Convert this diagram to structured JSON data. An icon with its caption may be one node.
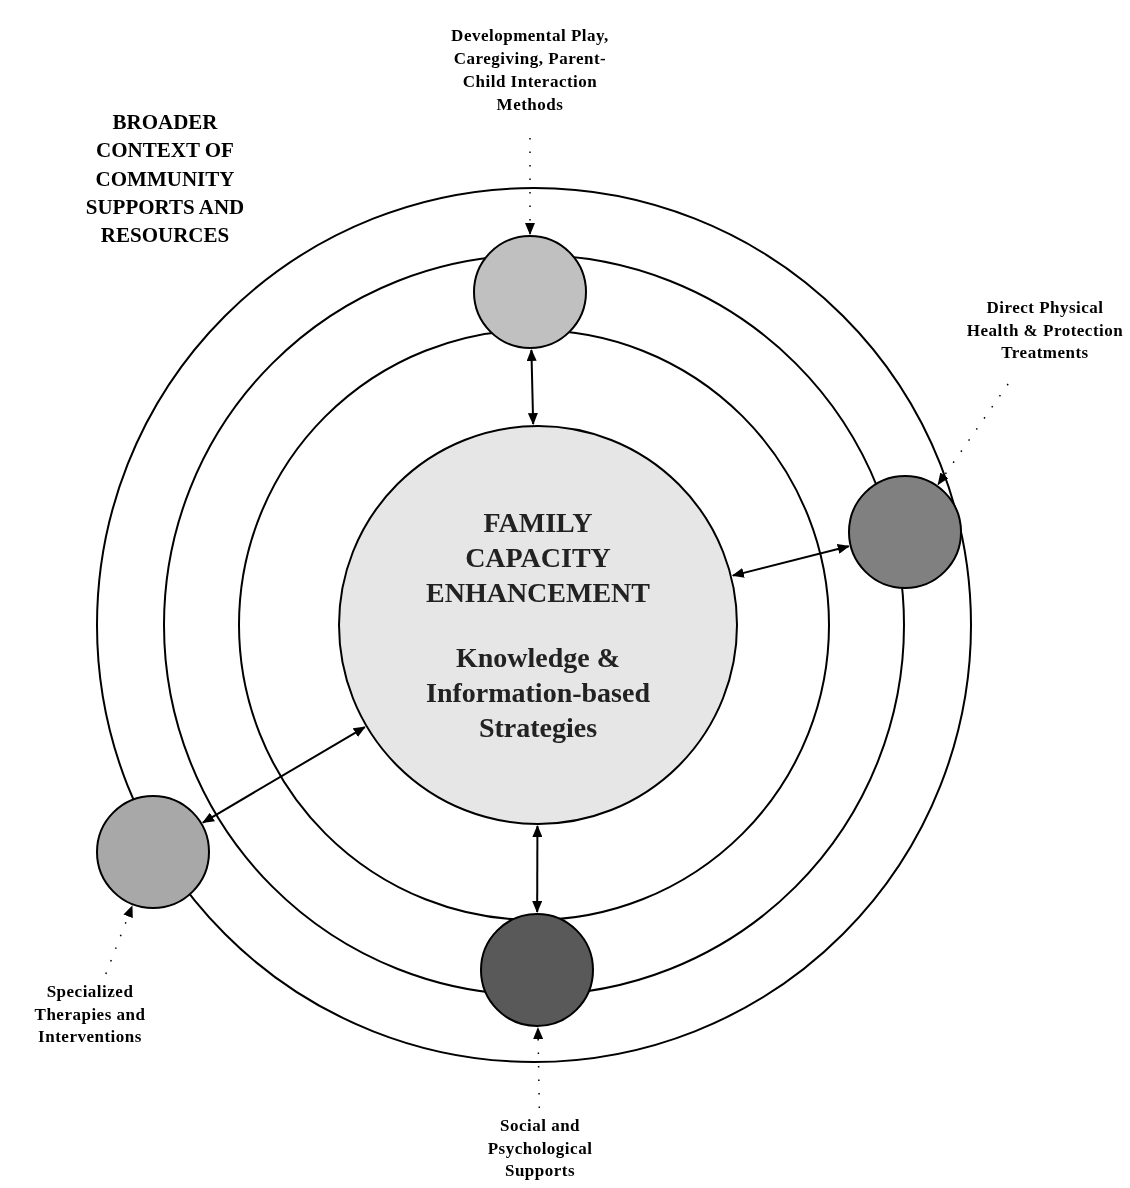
{
  "diagram": {
    "nodes": [
      {
        "text": [
          "FAMILY CAPACITY ENHANCEMENT",
          "Knowledge & Information-based Strategies"
        ]
      },
      {
        "text": [],
        "shape": "circle"
      },
      {
        "text": [],
        "shape": "circle"
      },
      {
        "text": [],
        "shape": "circle"
      },
      {
        "text": [],
        "shape": "circle"
      },
      {
        "text": [
          "Developmental Play, Caregiving, Parent-Child Interaction Methods"
        ]
      },
      {
        "text": [
          "Direct Physical Health & Protection Treatments"
        ]
      },
      {
        "text": [
          "Specialized Therapies and Interventions"
        ]
      },
      {
        "text": [
          "Social and Psychological Supports"
        ]
      }
    ],
    "edges": [
      {
        "from": 0,
        "to": 1,
        "arrow": "both"
      },
      {
        "from": 0,
        "to": 2,
        "arrow": "both"
      },
      {
        "from": 0,
        "to": 3,
        "arrow": "both"
      },
      {
        "from": 0,
        "to": 4,
        "arrow": "both"
      },
      {
        "from": 5,
        "to": 1,
        "arrow": "to",
        "style": "dashed"
      },
      {
        "from": 6,
        "to": 2,
        "arrow": "to",
        "style": "dashed"
      },
      {
        "from": 7,
        "to": 3,
        "arrow": "to",
        "style": "dashed"
      },
      {
        "from": 8,
        "to": 4,
        "arrow": "to",
        "style": "dashed"
      }
    ],
    "labels": [
      "BROADER CONTEXT OF COMMUNITY SUPPORTS AND RESOURCES"
    ]
  }
}
